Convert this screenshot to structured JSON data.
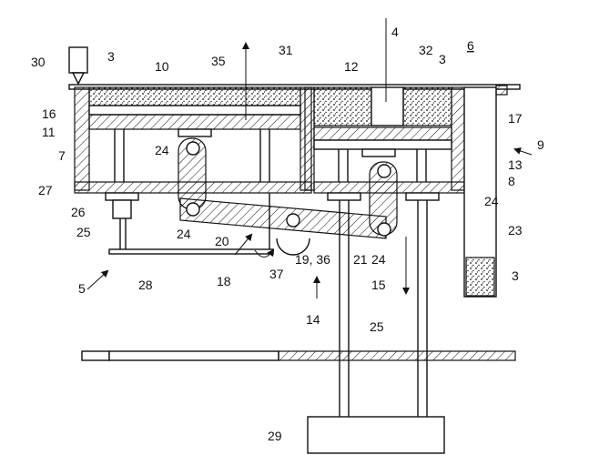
{
  "figure": {
    "page_label": "6",
    "labels": {
      "l30": "30",
      "l3a": "3",
      "l10": "10",
      "l35": "35",
      "l31": "31",
      "l4": "4",
      "l12": "12",
      "l32": "32",
      "l3b": "3",
      "l6": "6",
      "l16": "16",
      "l11": "11",
      "l17": "17",
      "l9": "9",
      "l7": "7",
      "l24a": "24",
      "l13": "13",
      "l8": "8",
      "l27": "27",
      "l24b": "24",
      "l26": "26",
      "l25a": "25",
      "l23": "23",
      "l24c": "24",
      "l20": "20",
      "l21": "21",
      "l24d": "24",
      "l19": "19, 36",
      "l5": "5",
      "l28": "28",
      "l18": "18",
      "l37": "37",
      "l15": "15",
      "l3c": "3",
      "l14": "14",
      "l25b": "25",
      "l29": "29"
    }
  }
}
